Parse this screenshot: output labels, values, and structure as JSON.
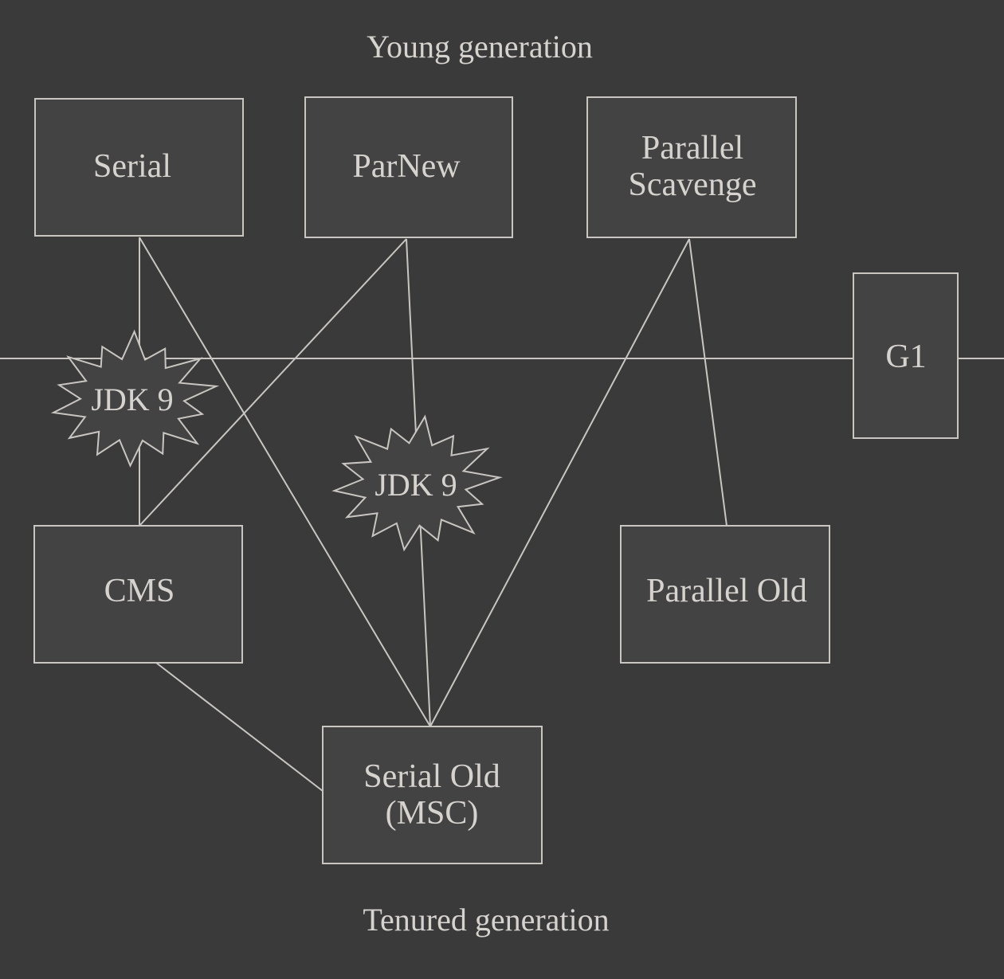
{
  "labels": {
    "young": "Young generation",
    "tenured": "Tenured generation"
  },
  "collectors": {
    "serial": "Serial",
    "parnew": "ParNew",
    "parallel_scavenge_line1": "Parallel",
    "parallel_scavenge_line2": "Scavenge",
    "g1": "G1",
    "cms": "CMS",
    "parallel_old": "Parallel Old",
    "serial_old_line1": "Serial Old",
    "serial_old_line2": "(MSC)"
  },
  "badges": {
    "left": "JDK 9",
    "center": "JDK 9"
  },
  "colors": {
    "background": "#3a3a3a",
    "box_fill": "#444343",
    "stroke": "#c9c6c2",
    "text": "#d6d3cf"
  }
}
